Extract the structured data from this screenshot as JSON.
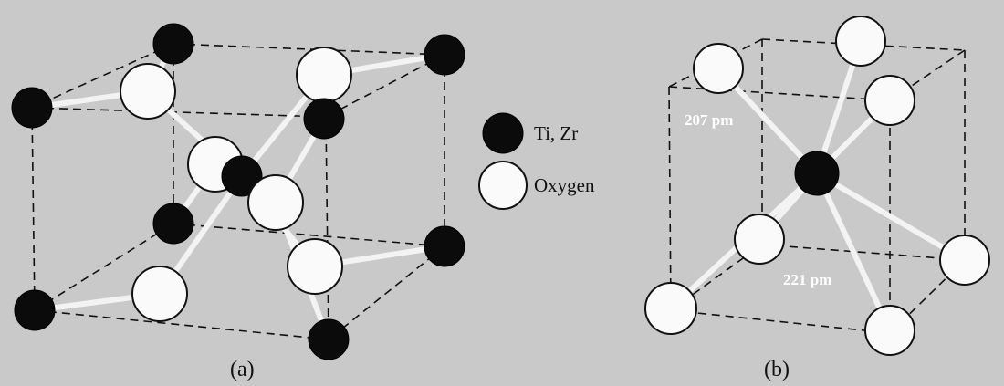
{
  "legend": {
    "metal_label": "Ti, Zr",
    "oxygen_label": "Oxygen"
  },
  "panel_a": {
    "caption": "(a)"
  },
  "panel_b": {
    "caption": "(b)",
    "bond_label_1": "207 pm",
    "bond_label_2": "221 pm"
  },
  "colors": {
    "background": "#c9c9c9",
    "metal_atom": "#0b0b0b",
    "oxygen_atom": "#fafafa",
    "line": "#111111"
  }
}
